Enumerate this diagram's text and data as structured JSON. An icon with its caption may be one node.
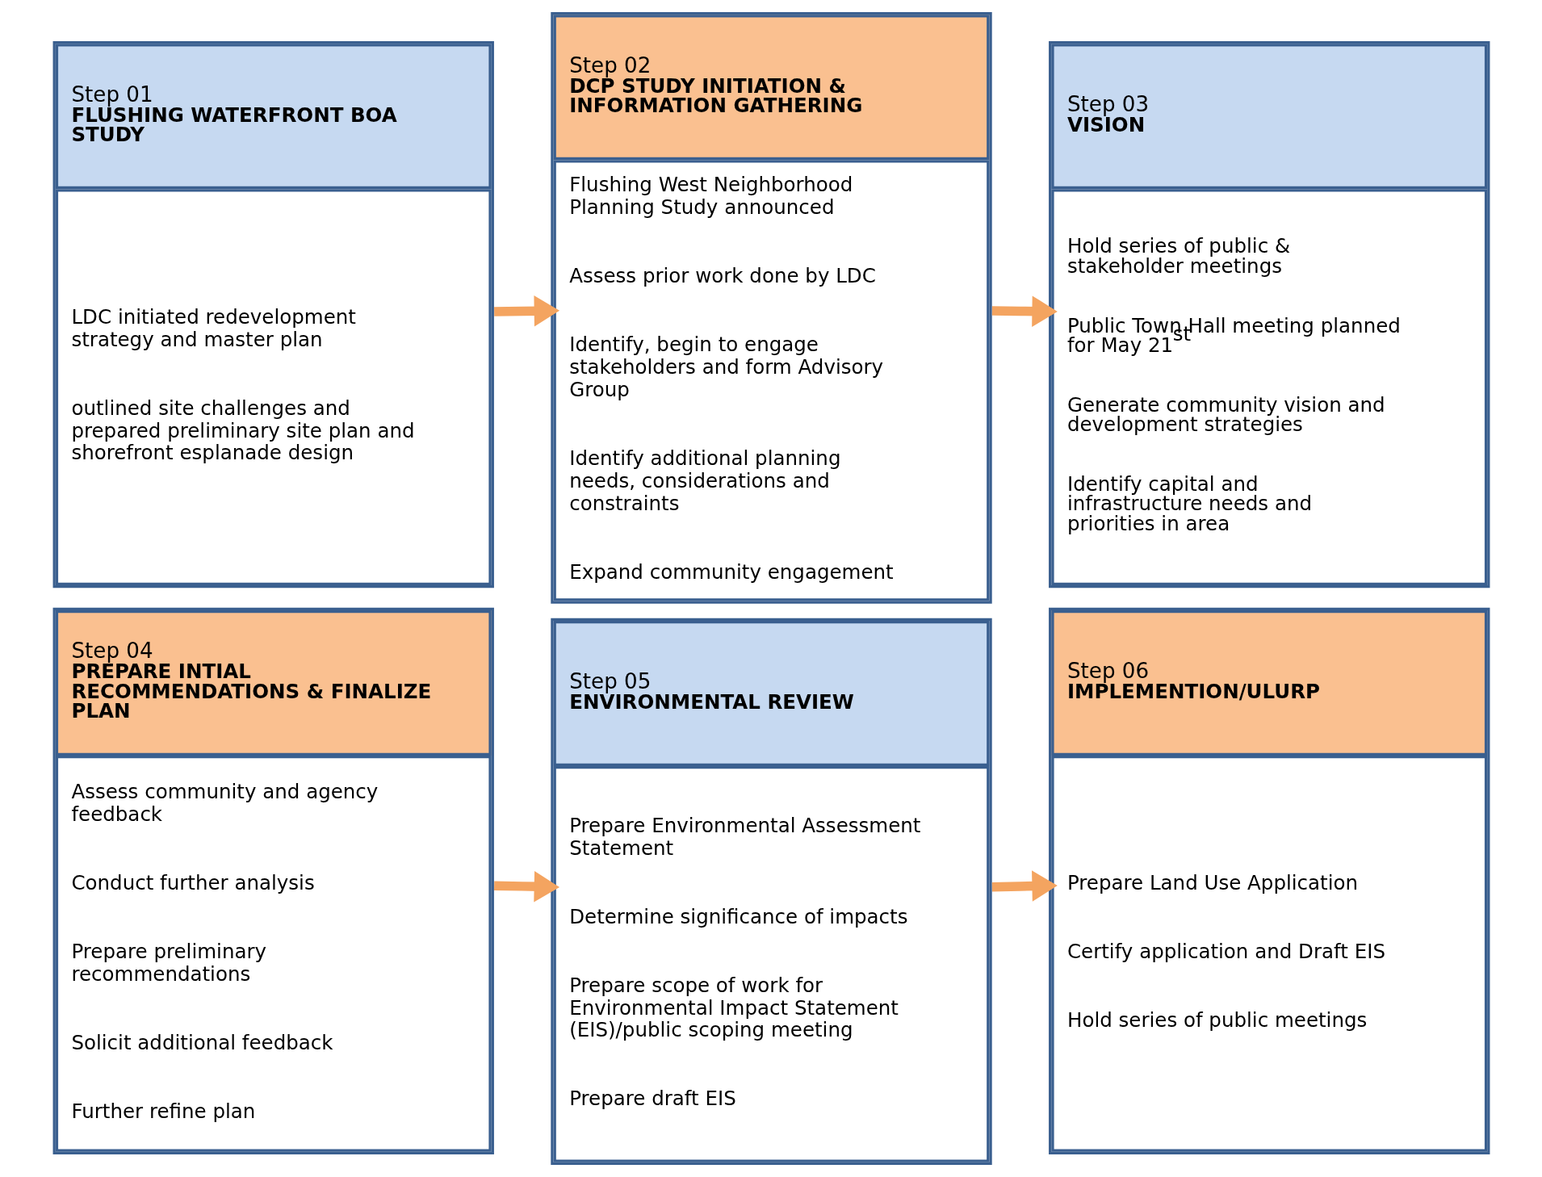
{
  "diagram": {
    "nodes": [
      {
        "text": [
          "Step 01",
          "FLUSHING WATERFRONT BOA STUDY",
          "LDC initiated redevelopment strategy and master plan",
          "outlined site challenges and prepared preliminary site plan and shorefront esplanade design"
        ]
      },
      {
        "text": [
          "Step 02",
          "DCP STUDY INITIATION & INFORMATION GATHERING",
          "Flushing West Neighborhood Planning Study announced",
          "Assess prior work done by LDC",
          "Identify, begin to engage stakeholders and form Advisory Group",
          "Identify additional planning needs, considerations and constraints",
          "Expand community engagement"
        ]
      },
      {
        "text": [
          "Step 03",
          "VISION",
          "Hold series of public & stakeholder meetings",
          "Public Town Hall meeting planned for May 21$^{st}$",
          "Generate community vision and development strategies",
          "Identify capital and infrastructure needs and priorities in area"
        ]
      },
      {
        "text": [
          "Step 04",
          "PREPARE INTIAL RECOMMENDATIONS & FINALIZE PLAN",
          "Assess community and agency feedback",
          "Conduct further analysis",
          "Prepare preliminary recommendations",
          "Solicit additional feedback",
          "Further refine plan"
        ]
      },
      {
        "text": [
          "Step 05",
          "ENVIRONMENTAL REVIEW",
          "Prepare Environmental Assessment Statement",
          "Determine significance of impacts",
          "Prepare scope of work for Environmental Impact Statement (EIS)/public scoping meeting",
          "Prepare draft EIS"
        ]
      },
      {
        "text": [
          "Step 06",
          "IMPLEMENTION/ULURP",
          "Prepare Land Use Application",
          "Certify application and Draft EIS",
          "Hold series of public meetings"
        ]
      }
    ],
    "edges": [
      {
        "from": 0,
        "to": 1,
        "arrow": "to"
      },
      {
        "from": 1,
        "to": 2,
        "arrow": "to"
      },
      {
        "from": 3,
        "to": 4,
        "arrow": "to"
      },
      {
        "from": 4,
        "to": 5,
        "arrow": "to"
      }
    ]
  }
}
